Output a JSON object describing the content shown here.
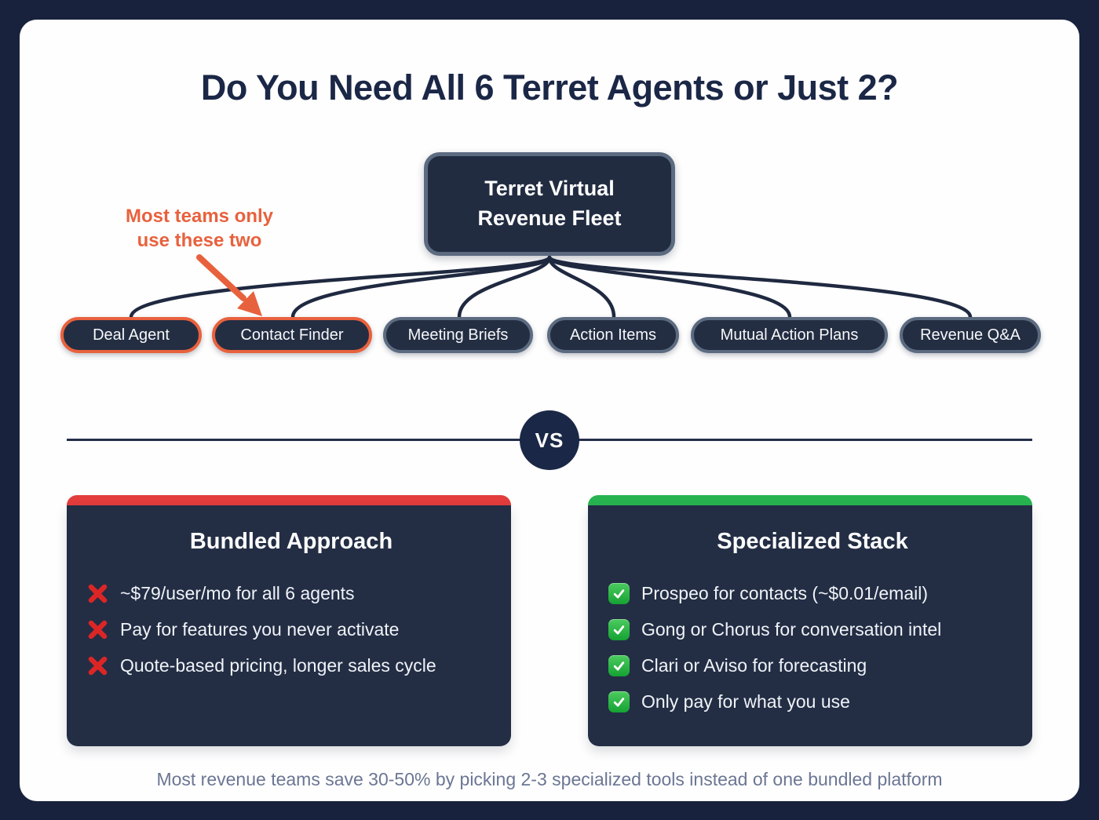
{
  "title": "Do You Need All 6 Terret Agents or Just 2?",
  "tree": {
    "root_label": "Terret Virtual Revenue Fleet",
    "annotation": "Most teams only use these two",
    "agents": [
      {
        "label": "Deal Agent",
        "highlighted": true
      },
      {
        "label": "Contact Finder",
        "highlighted": true
      },
      {
        "label": "Meeting Briefs",
        "highlighted": false
      },
      {
        "label": "Action Items",
        "highlighted": false
      },
      {
        "label": "Mutual Action Plans",
        "highlighted": false
      },
      {
        "label": "Revenue Q&A",
        "highlighted": false
      }
    ]
  },
  "divider": {
    "label": "VS"
  },
  "cards": [
    {
      "title": "Bundled Approach",
      "icon": "cross-icon",
      "accent_color": "#e23c3c",
      "items": [
        "~$79/user/mo for all 6 agents",
        "Pay for features you never activate",
        "Quote-based pricing, longer sales cycle"
      ]
    },
    {
      "title": "Specialized Stack",
      "icon": "check-icon",
      "accent_color": "#27b350",
      "items": [
        "Prospeo for contacts (~$0.01/email)",
        "Gong or Chorus for conversation intel",
        "Clari or Aviso for forecasting",
        "Only pay for what you use"
      ]
    }
  ],
  "footer": "Most revenue teams save 30-50% by picking 2-3 specialized tools instead of one bundled platform",
  "colors": {
    "frame_navy": "#18223c",
    "title_navy": "#1b2746",
    "node_fill": "#232e45",
    "node_border_slate": "#5c6b80",
    "highlight_orange": "#e8613d",
    "bundled_red": "#e23c3c",
    "specialized_green": "#27b350",
    "cross_red": "#dc2626",
    "connector_navy": "#1f2940",
    "footer_gray": "#6b7693"
  }
}
